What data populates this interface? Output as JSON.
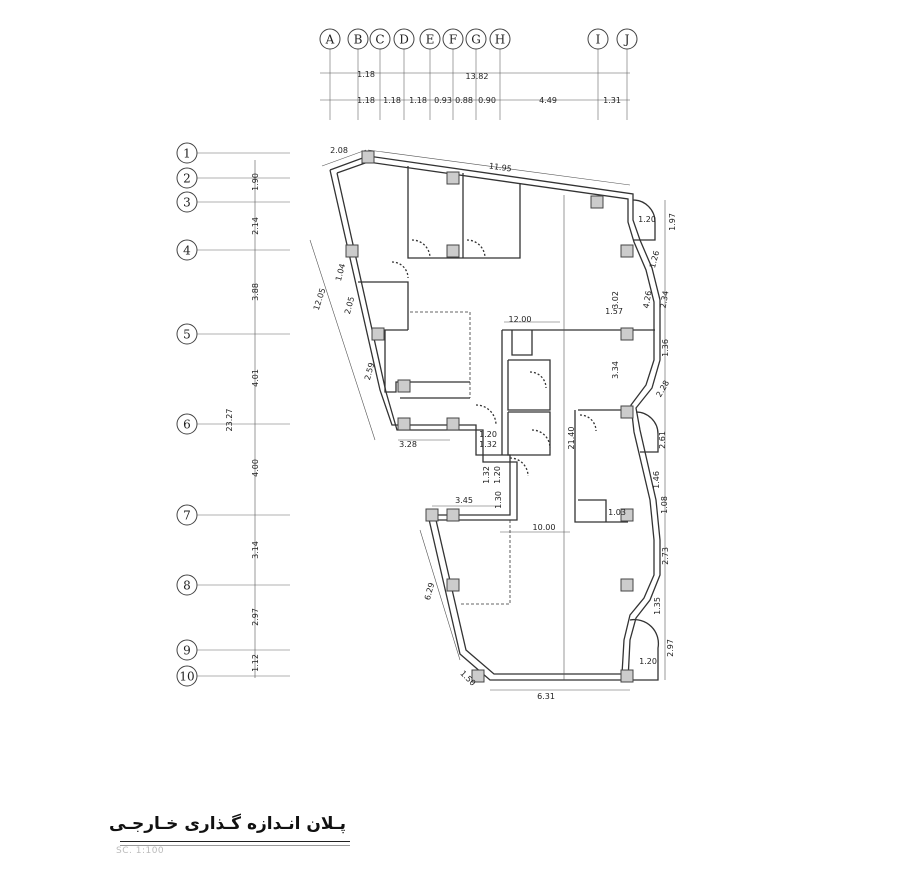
{
  "grid": {
    "columns": [
      "A",
      "B",
      "C",
      "D",
      "E",
      "F",
      "G",
      "H",
      "I",
      "J"
    ],
    "rows": [
      "1",
      "2",
      "3",
      "4",
      "5",
      "6",
      "7",
      "8",
      "9",
      "10"
    ]
  },
  "dimensions": {
    "top_overall": "13.82",
    "top_B": "1.18",
    "top_segments": [
      "1.18",
      "1.18",
      "1.18",
      "0.93",
      "0.88",
      "0.90",
      "4.49",
      "1.31"
    ],
    "left_overall": "23.27",
    "left_segments": [
      "1.90",
      "2.14",
      "3.88",
      "4.01",
      "4.00",
      "3.14",
      "2.97",
      "1.12"
    ],
    "labels": [
      "2.08",
      "11.95",
      "1.20",
      "1.97",
      "1.26",
      "2.34",
      "4.26",
      "3.02",
      "1.57",
      "12.00",
      "1.36",
      "3.34",
      "2.28",
      "2.61",
      "1.46",
      "1.08",
      "1.03",
      "10.00",
      "2.73",
      "1.35",
      "2.97",
      "1.20",
      "6.31",
      "1.50",
      "6.29",
      "3.45",
      "1.30",
      "1.32",
      "1.20",
      "1.20",
      "1.32",
      "3.28",
      "2.59",
      "2.05",
      "1.04",
      "12.05",
      "21.40"
    ]
  },
  "title": "پـلان انـدازه گـذاری خـارجـی",
  "scale": "SC. 1:100"
}
